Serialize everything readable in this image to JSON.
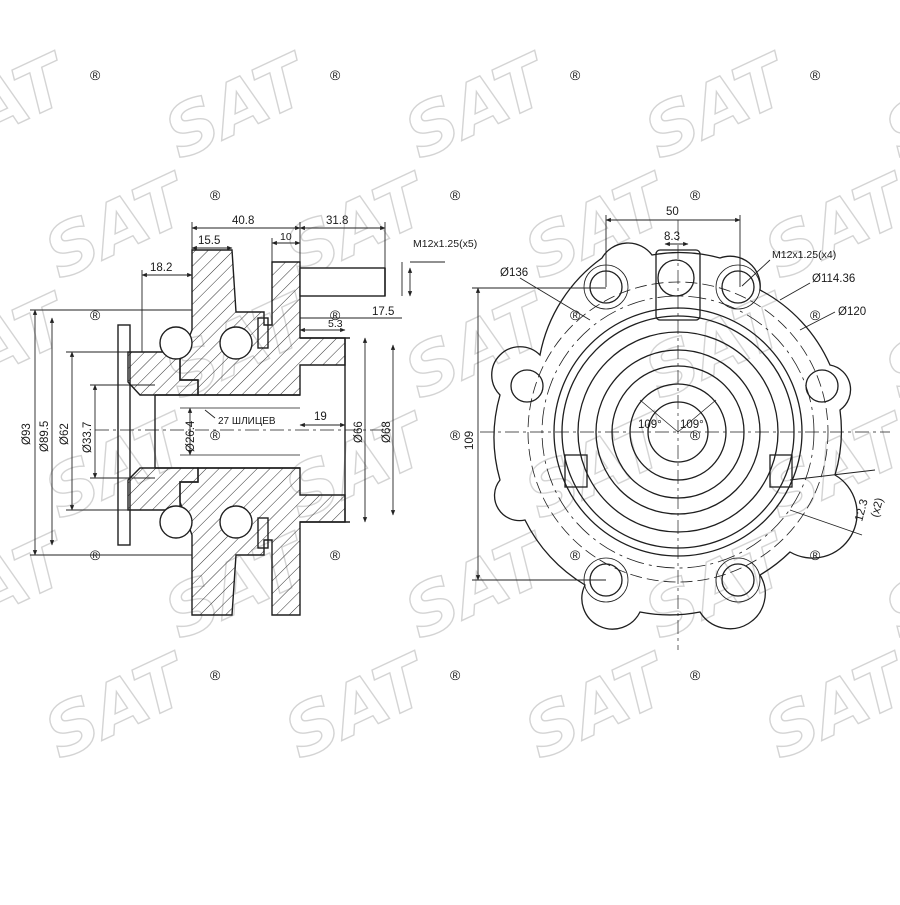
{
  "watermark": {
    "text": "SAT",
    "mark": "®"
  },
  "side_view": {
    "dims": {
      "d40_8": "40.8",
      "d31_8": "31.8",
      "d15_5": "15.5",
      "d10": "10",
      "d18_2": "18.2",
      "d5_3": "5.3",
      "d17_5": "17.5",
      "d19": "19",
      "d93": "Ø93",
      "d89_5": "Ø89.5",
      "d62": "Ø62",
      "d33_7": "Ø33.7",
      "d26_4": "Ø26.4",
      "d66": "Ø66",
      "d68": "Ø68"
    },
    "thread": "M12x1.25(x5)",
    "splines": "27 ШЛИЦЕВ"
  },
  "front_view": {
    "dims": {
      "d50": "50",
      "d8_3": "8.3",
      "d136": "Ø136",
      "d114_36": "Ø114.36",
      "d120": "Ø120",
      "d109": "109",
      "d12_3": "12.3",
      "x2": "(x2)",
      "angle_left": "109°",
      "angle_right": "109°"
    },
    "thread": "M12x1.25(x4)"
  }
}
